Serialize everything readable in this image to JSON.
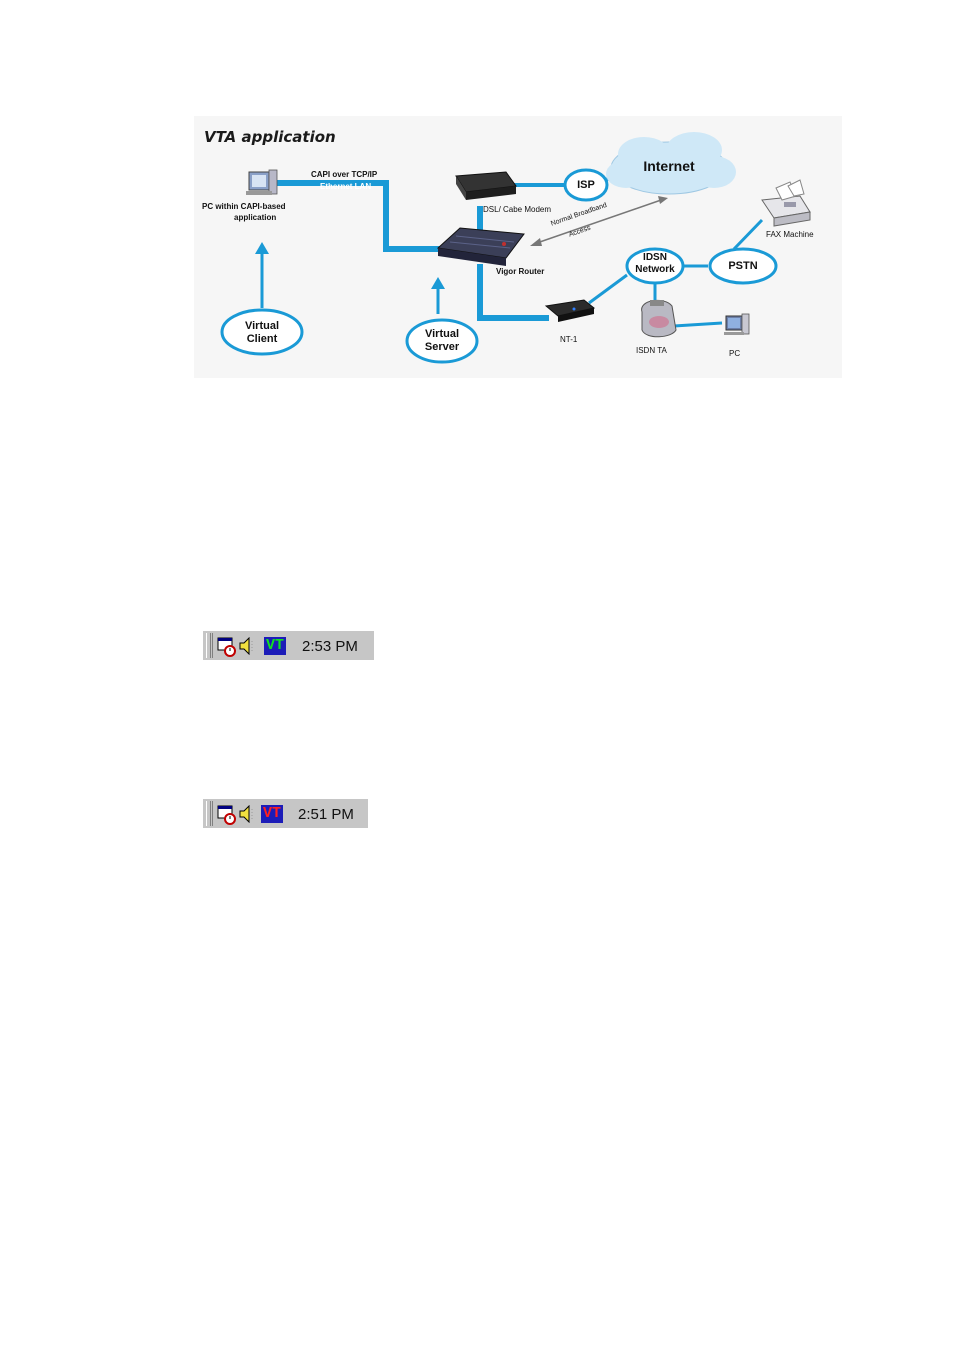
{
  "diagram": {
    "title": "VTA application",
    "labels": {
      "pc_label_1": "PC within CAPI-based",
      "pc_label_2": "application",
      "capi_line": "CAPI over TCP/IP",
      "ethernet_line": "Ethernet LAN",
      "modem": "DSL/ Cabe Modem",
      "router": "Vigor Router",
      "normal_1": "Normal Broadband",
      "normal_2": "Access",
      "nt1": "NT-1",
      "isdn_ta": "ISDN TA",
      "pc": "PC",
      "fax": "FAX Machine"
    },
    "ovals": {
      "internet": "Internet",
      "isp": "ISP",
      "idsn_1": "IDSN",
      "idsn_2": "Network",
      "pstn": "PSTN",
      "virtual_client_1": "Virtual",
      "virtual_client_2": "Client",
      "virtual_server_1": "Virtual",
      "virtual_server_2": "Server"
    },
    "colors": {
      "link": "#1a9ad6",
      "oval_border": "#1a9ad6",
      "cloud": "#cfe8f7"
    }
  },
  "tray_connected": {
    "clock": "2:53 PM",
    "vt_label": "VT",
    "vt_color": "#10e020"
  },
  "tray_disconnected": {
    "clock": "2:51 PM",
    "vt_label": "VT",
    "vt_color": "#ff2020"
  },
  "icons": [
    "scheduler-icon",
    "speaker-icon",
    "vt-icon",
    "pc-icon",
    "router-icon",
    "modem-icon",
    "fax-icon"
  ]
}
